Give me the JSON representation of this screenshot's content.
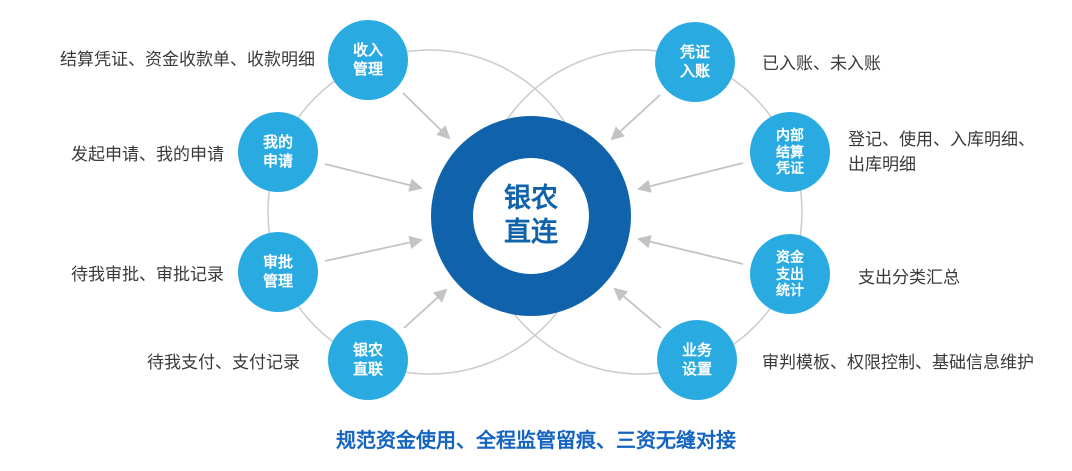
{
  "center": {
    "label": "银农\n直连"
  },
  "nodes": [
    {
      "id": "income-management",
      "label": "收入\n管理",
      "desc": "结算凭证、资金收款单、收款明细"
    },
    {
      "id": "my-application",
      "label": "我的\n申请",
      "desc": "发起申请、我的申请"
    },
    {
      "id": "approval-management",
      "label": "审批\n管理",
      "desc": "待我审批、审批记录"
    },
    {
      "id": "bank-agri-direct-link",
      "label": "银农\n直联",
      "desc": "待我支付、支付记录"
    },
    {
      "id": "voucher-entry",
      "label": "凭证\n入账",
      "desc": "已入账、未入账"
    },
    {
      "id": "internal-settlement-voucher",
      "label": "内部\n结算\n凭证",
      "desc": "登记、使用、入库明细、\n出库明细"
    },
    {
      "id": "fund-expenditure-stats",
      "label": "资金\n支出\n统计",
      "desc": "支出分类汇总"
    },
    {
      "id": "business-settings",
      "label": "业务\n设置",
      "desc": "审判模板、权限控制、基础信息维护"
    }
  ],
  "caption": "规范资金使用、全程监管留痕、三资无缝对接",
  "colors": {
    "node_blue": "#29abe2",
    "center_blue": "#1062ab",
    "caption_blue": "#1565c0",
    "connector_gray": "#c6c6c6"
  }
}
